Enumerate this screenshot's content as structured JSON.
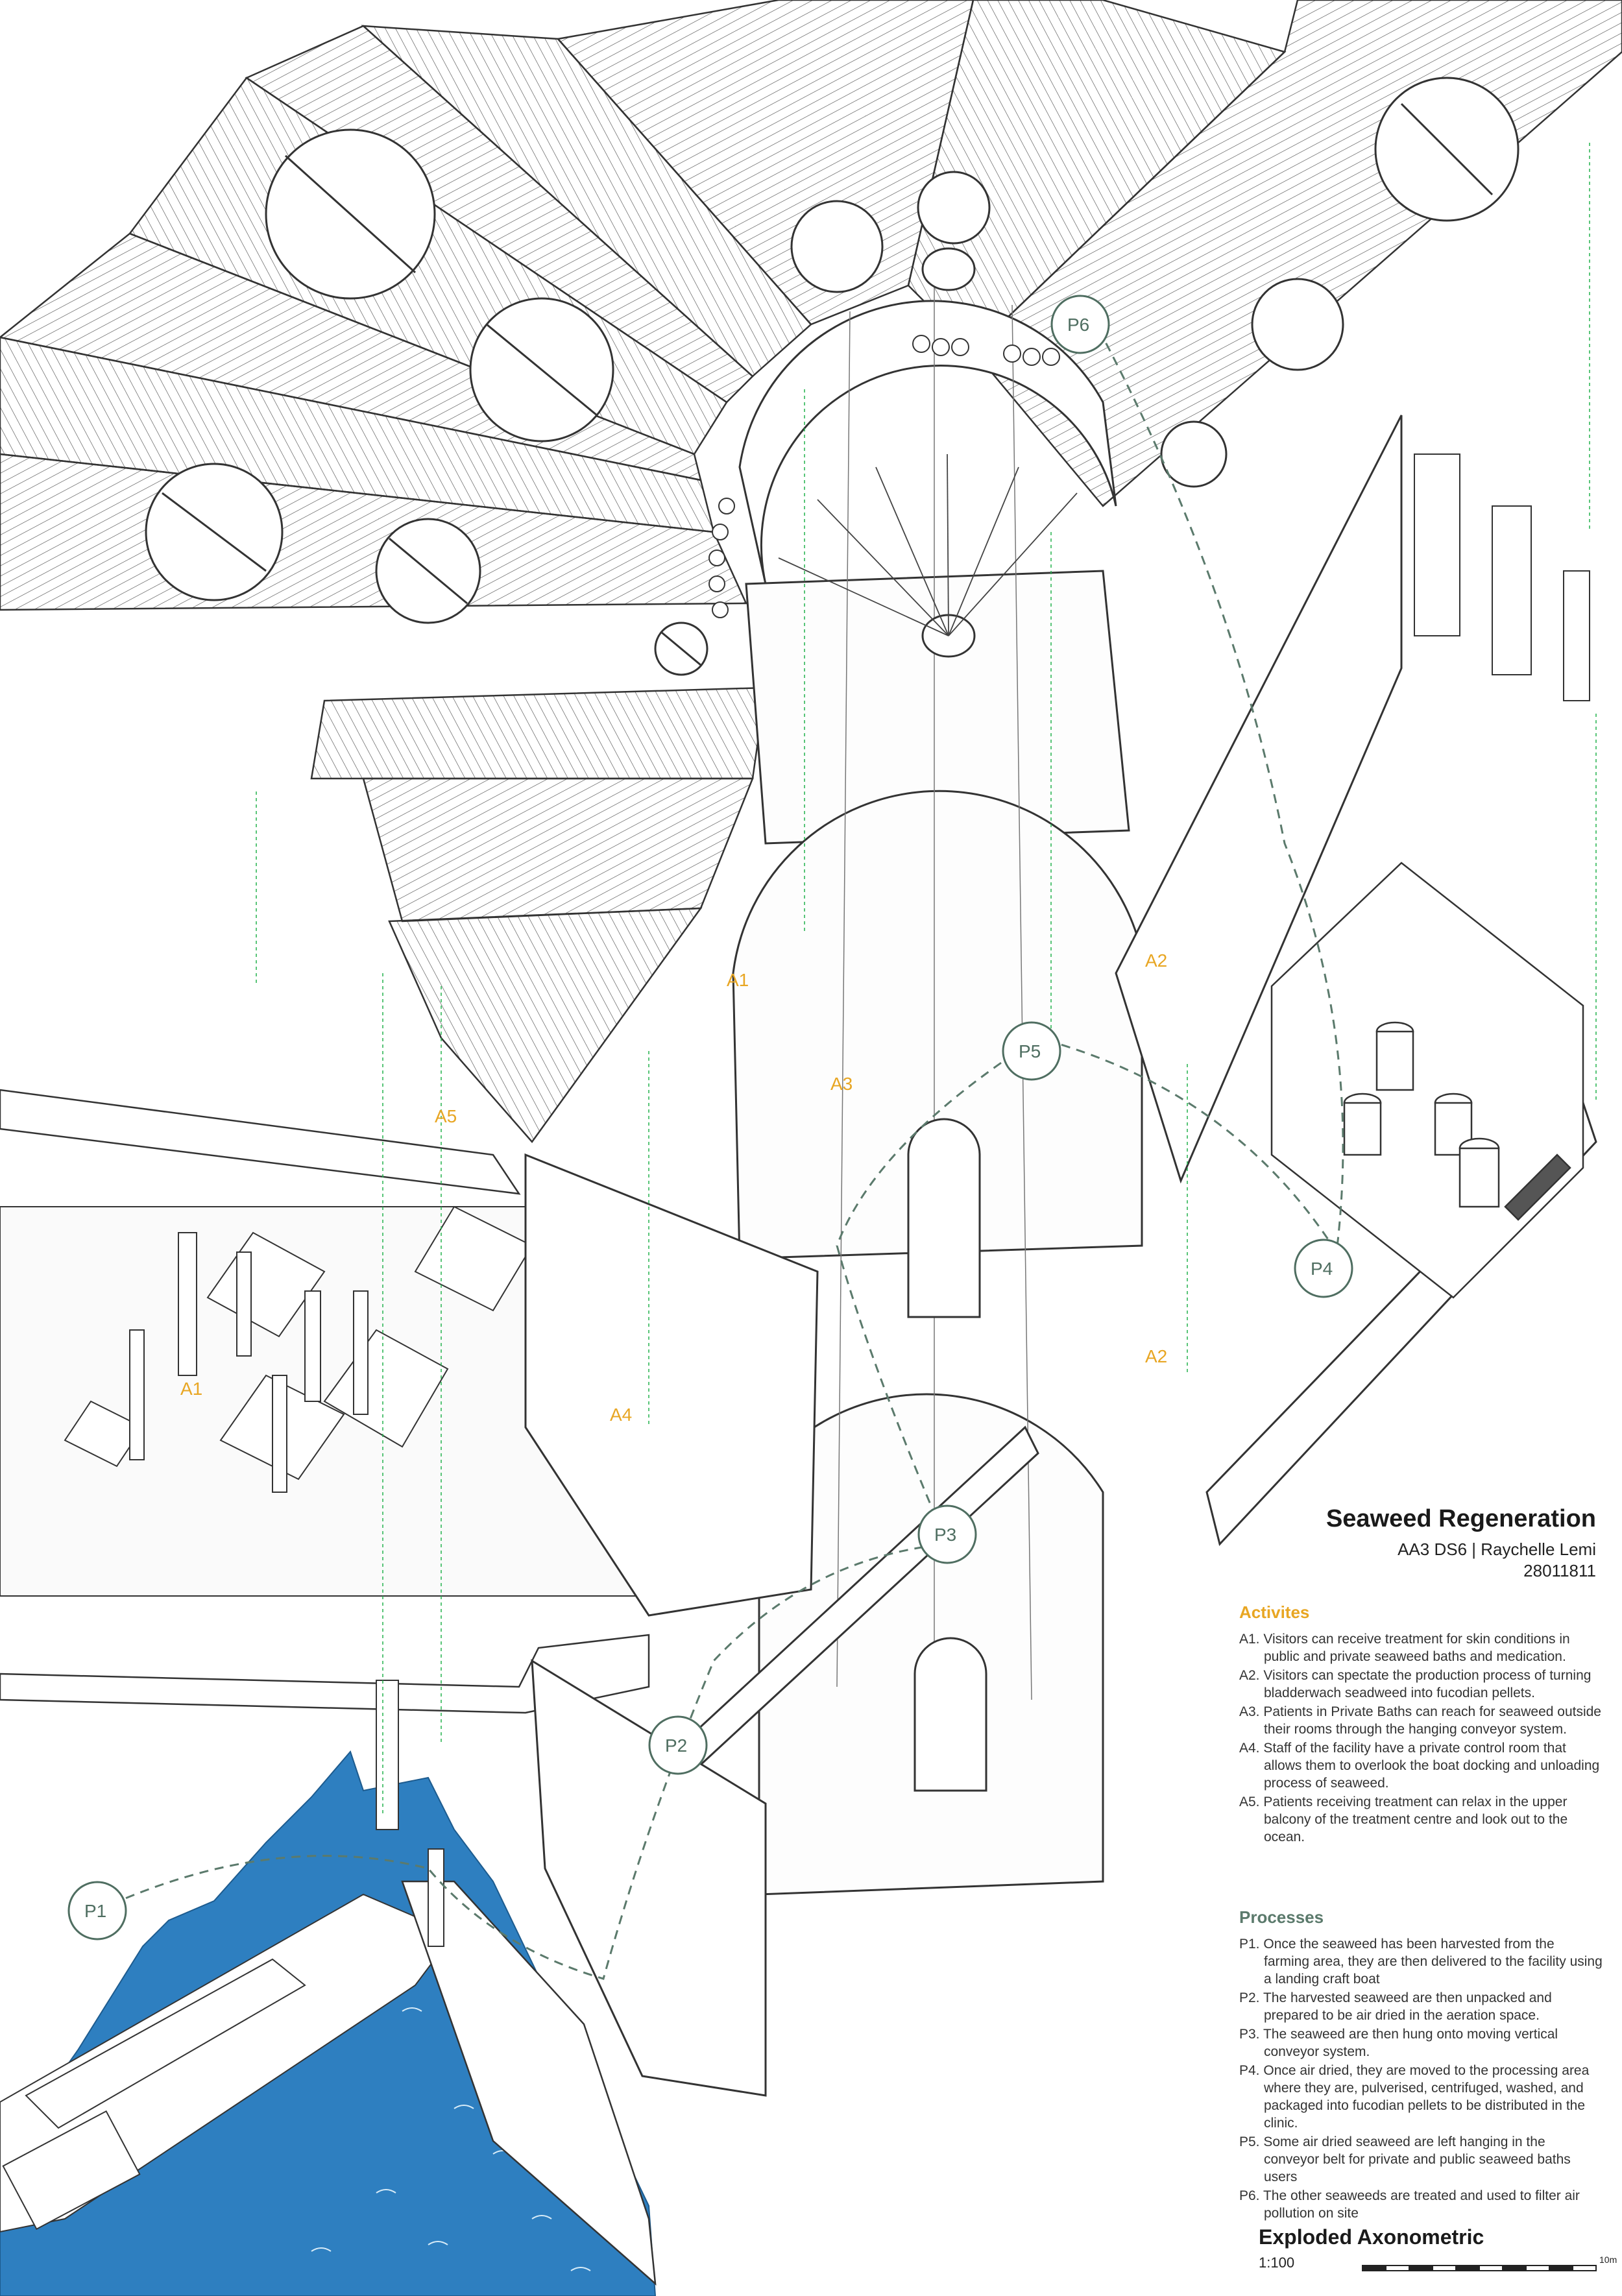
{
  "title": "Seaweed Regeneration",
  "subtitle": "AA3 DS6 | Raychelle Lemi",
  "student_id": "28011811",
  "activities": {
    "heading": "Activites",
    "items": [
      "A1. Visitors can receive treatment for skin conditions in public and private seaweed baths and medication.",
      "A2. Visitors can spectate the production process of turning bladderwach seadweed into fucodian pellets.",
      "A3. Patients in Private Baths can reach for seaweed outside their rooms through the hanging conveyor system.",
      "A4. Staff of the facility have a private control room that allows them to overlook the boat docking and unloading process of seaweed.",
      "A5. Patients receiving treatment can relax in the upper balcony of the treatment centre and look out to the ocean."
    ]
  },
  "processes": {
    "heading": "Processes",
    "items": [
      "P1. Once the seaweed has been harvested from the farming area, they are then delivered to the facility using a landing craft boat",
      "P2. The harvested seaweed are then unpacked and prepared to be air dried in the aeration space.",
      "P3. The seaweed are then hung onto moving vertical conveyor system.",
      "P4. Once air dried, they are moved to the processing area where they are, pulverised, centrifuged, washed, and packaged into fucodian pellets to be distributed in the clinic.",
      "P5. Some air dried seaweed are left hanging in the conveyor belt for private and public seaweed baths users",
      "P6. The other seaweeds are treated and used to filter air pollution on site"
    ]
  },
  "drawing_title": "Exploded Axonometric",
  "scale": "1:100",
  "scale_bar_end": "10m",
  "diagram_labels": {
    "activities": [
      "A1",
      "A1",
      "A2",
      "A2",
      "A3",
      "A4",
      "A5"
    ],
    "processes": [
      "P1",
      "P2",
      "P3",
      "P4",
      "P5",
      "P6"
    ]
  },
  "colors": {
    "water": "#2e7fc0",
    "activity_label": "#e8a623",
    "process_label": "#4f6e61",
    "path_line": "#5b7a6c",
    "projection_line": "#22b24c",
    "linework": "#333333"
  }
}
